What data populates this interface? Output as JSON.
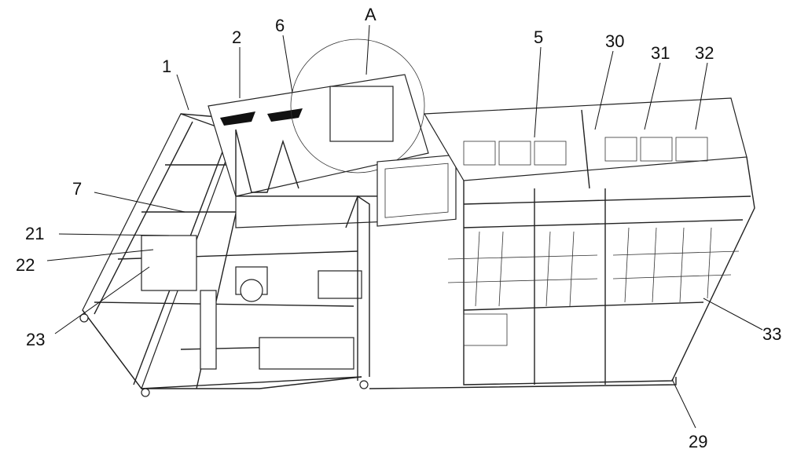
{
  "figure": {
    "labels": {
      "l1": "1",
      "l2": "2",
      "l6": "6",
      "lA": "A",
      "l5": "5",
      "l30": "30",
      "l31": "31",
      "l32": "32",
      "l7": "7",
      "l21": "21",
      "l22": "22",
      "l23": "23",
      "l33": "33",
      "l29": "29"
    }
  }
}
